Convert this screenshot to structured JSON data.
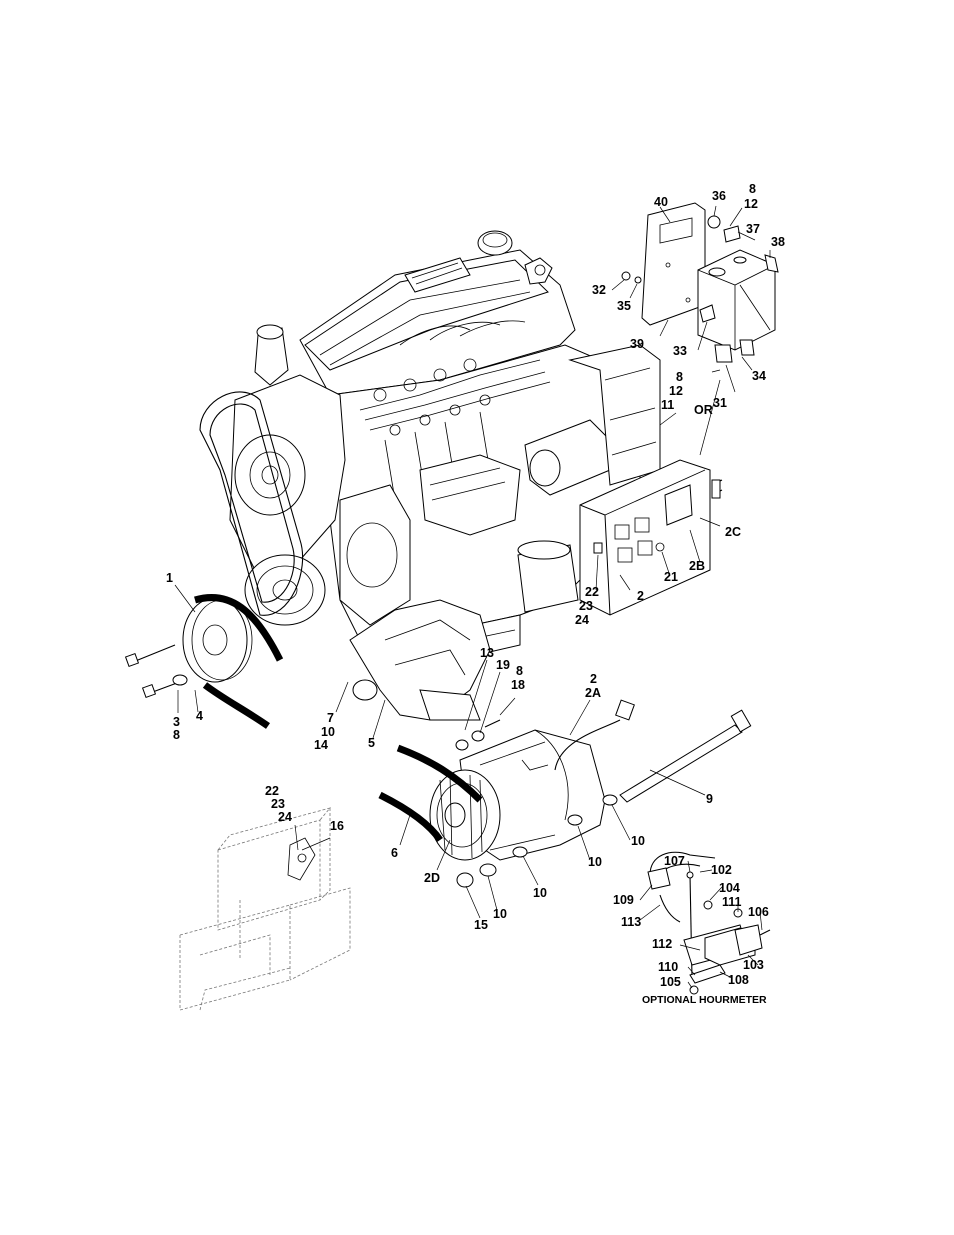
{
  "figure": {
    "caption": "OPTIONAL HOURMETER",
    "callouts": [
      {
        "id": "c36",
        "text": "36"
      },
      {
        "id": "c8a",
        "text": "8"
      },
      {
        "id": "c12a",
        "text": "12"
      },
      {
        "id": "c40",
        "text": "40"
      },
      {
        "id": "c37",
        "text": "37"
      },
      {
        "id": "c38",
        "text": "38"
      },
      {
        "id": "c32",
        "text": "32"
      },
      {
        "id": "c35",
        "text": "35"
      },
      {
        "id": "c39",
        "text": "39"
      },
      {
        "id": "c33",
        "text": "33"
      },
      {
        "id": "c34",
        "text": "34"
      },
      {
        "id": "c31",
        "text": "31"
      },
      {
        "id": "c8b",
        "text": "8"
      },
      {
        "id": "c12b",
        "text": "12"
      },
      {
        "id": "c11",
        "text": "11"
      },
      {
        "id": "cOR",
        "text": "OR"
      },
      {
        "id": "c2C",
        "text": "2C"
      },
      {
        "id": "c2B",
        "text": "2B"
      },
      {
        "id": "c21",
        "text": "21"
      },
      {
        "id": "c22a",
        "text": "22"
      },
      {
        "id": "c23a",
        "text": "23"
      },
      {
        "id": "c24a",
        "text": "24"
      },
      {
        "id": "c2a",
        "text": "2"
      },
      {
        "id": "c1",
        "text": "1"
      },
      {
        "id": "c3",
        "text": "3"
      },
      {
        "id": "c8c",
        "text": "8"
      },
      {
        "id": "c4",
        "text": "4"
      },
      {
        "id": "c7",
        "text": "7"
      },
      {
        "id": "c10a",
        "text": "10"
      },
      {
        "id": "c14",
        "text": "14"
      },
      {
        "id": "c5",
        "text": "5"
      },
      {
        "id": "c13",
        "text": "13"
      },
      {
        "id": "c19",
        "text": "19"
      },
      {
        "id": "c8d",
        "text": "8"
      },
      {
        "id": "c18",
        "text": "18"
      },
      {
        "id": "c2b",
        "text": "2"
      },
      {
        "id": "c2A",
        "text": "2A"
      },
      {
        "id": "c9",
        "text": "9"
      },
      {
        "id": "c22b",
        "text": "22"
      },
      {
        "id": "c23b",
        "text": "23"
      },
      {
        "id": "c24b",
        "text": "24"
      },
      {
        "id": "c16",
        "text": "16"
      },
      {
        "id": "c6",
        "text": "6"
      },
      {
        "id": "c10b",
        "text": "10"
      },
      {
        "id": "c10c",
        "text": "10"
      },
      {
        "id": "c10d",
        "text": "10"
      },
      {
        "id": "c2D",
        "text": "2D"
      },
      {
        "id": "c10e",
        "text": "10"
      },
      {
        "id": "c15",
        "text": "15"
      },
      {
        "id": "c107",
        "text": "107"
      },
      {
        "id": "c102",
        "text": "102"
      },
      {
        "id": "c104",
        "text": "104"
      },
      {
        "id": "c109",
        "text": "109"
      },
      {
        "id": "c111",
        "text": "111"
      },
      {
        "id": "c106",
        "text": "106"
      },
      {
        "id": "c113",
        "text": "113"
      },
      {
        "id": "c112",
        "text": "112"
      },
      {
        "id": "c103",
        "text": "103"
      },
      {
        "id": "c110",
        "text": "110"
      },
      {
        "id": "c108",
        "text": "108"
      },
      {
        "id": "c105",
        "text": "105"
      }
    ]
  }
}
